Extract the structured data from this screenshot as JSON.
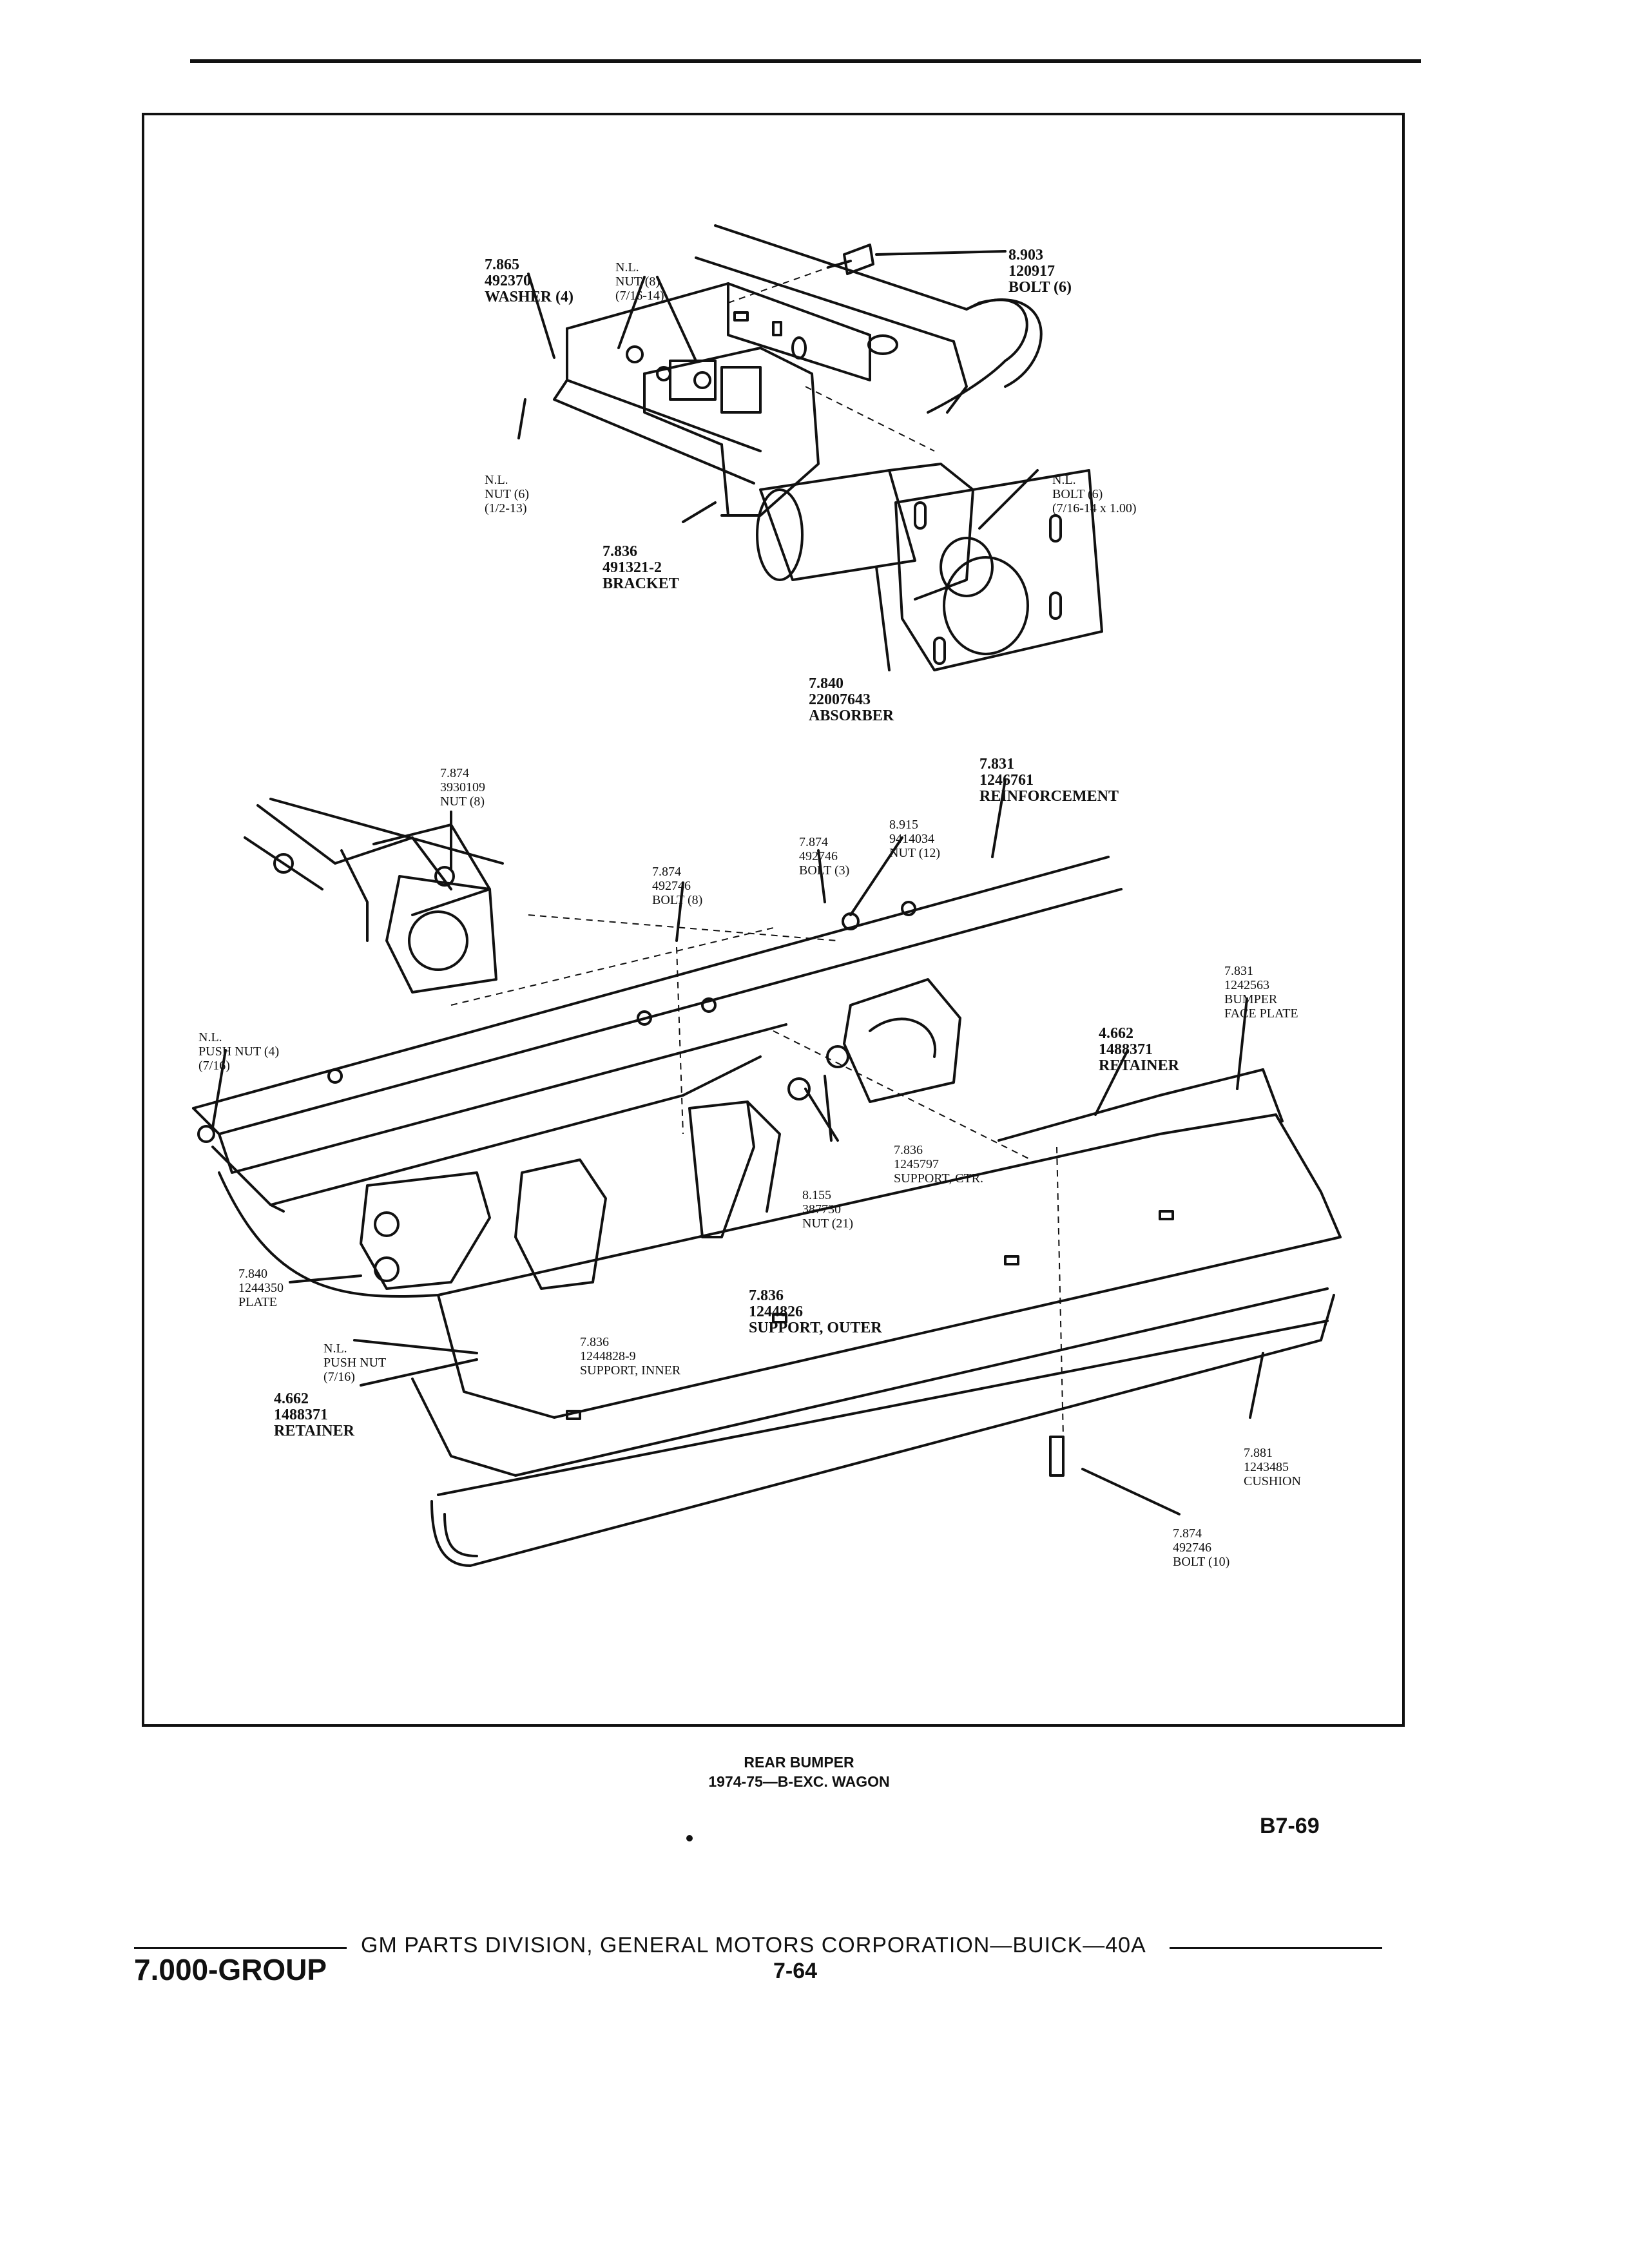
{
  "callouts": {
    "washer": [
      "7.865",
      "492370",
      "WASHER (4)"
    ],
    "nut_top": [
      "N.L.",
      "NUT (8)",
      "(7/16-14)"
    ],
    "bolt_top": [
      "8.903",
      "120917",
      "BOLT (6)"
    ],
    "nut_left": [
      "N.L.",
      "NUT (6)",
      "(1/2-13)"
    ],
    "bolt_nl": [
      "N.L.",
      "BOLT (6)",
      "(7/16-14 x 1.00)"
    ],
    "bracket": [
      "7.836",
      "491321-2",
      "BRACKET"
    ],
    "absorber": [
      "7.840",
      "22007643",
      "ABSORBER"
    ],
    "nut_3930109": [
      "7.874",
      "3930109",
      "NUT (8)"
    ],
    "reinforcement": [
      "7.831",
      "1246761",
      "REINFORCEMENT"
    ],
    "nut_12": [
      "8.915",
      "9414034",
      "NUT (12)"
    ],
    "bolt_3": [
      "7.874",
      "492746",
      "BOLT (3)"
    ],
    "bolt_8": [
      "7.874",
      "492746",
      "BOLT (8)"
    ],
    "face_plate": [
      "7.831",
      "1242563",
      "BUMPER",
      "FACE PLATE"
    ],
    "push_nut_4": [
      "N.L.",
      "PUSH NUT (4)",
      "(7/16)"
    ],
    "retainer_right": [
      "4.662",
      "1488371",
      "RETAINER"
    ],
    "support_ctr": [
      "7.836",
      "1245797",
      "SUPPORT, CTR."
    ],
    "nut_21": [
      "8.155",
      "387730",
      "NUT (21)"
    ],
    "plate": [
      "7.840",
      "1244350",
      "PLATE"
    ],
    "support_outer": [
      "7.836",
      "1244826",
      "SUPPORT, OUTER"
    ],
    "push_nut": [
      "N.L.",
      "PUSH NUT",
      "(7/16)"
    ],
    "support_inner": [
      "7.836",
      "1244828-9",
      "SUPPORT, INNER"
    ],
    "retainer_left": [
      "4.662",
      "1488371",
      "RETAINER"
    ],
    "cushion": [
      "7.881",
      "1243485",
      "CUSHION"
    ],
    "bolt_10": [
      "7.874",
      "492746",
      "BOLT (10)"
    ]
  },
  "caption": {
    "title": "REAR BUMPER",
    "subtitle": "1974-75—B-EXC. WAGON"
  },
  "page_code": "B7-69",
  "footer": {
    "group": "7.000-GROUP",
    "text": "GM PARTS DIVISION,  GENERAL MOTORS CORPORATION—BUICK—40A",
    "page": "7-64"
  }
}
